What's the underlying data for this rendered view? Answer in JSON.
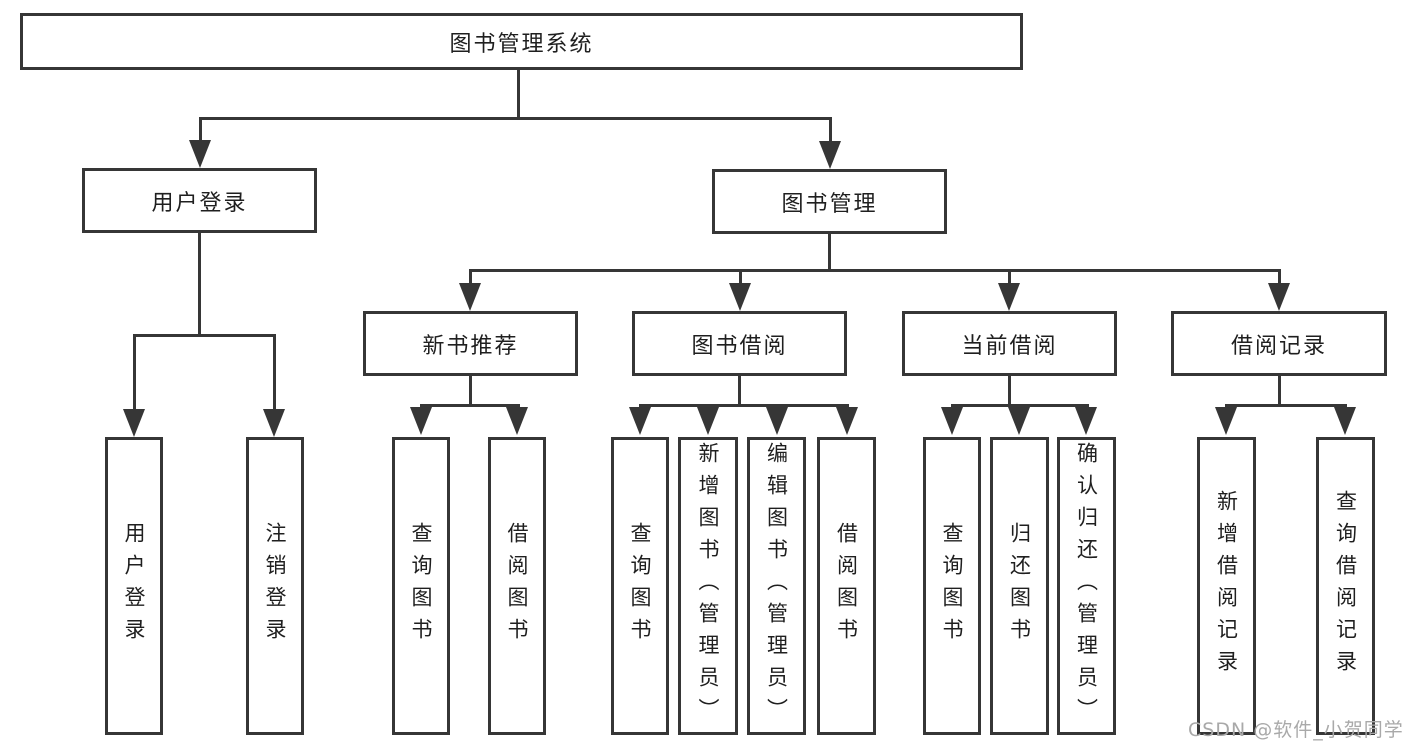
{
  "diagram": {
    "title": "图书管理系统",
    "root": {
      "label": "图书管理系统"
    },
    "level2": [
      {
        "id": "user-login",
        "label": "用户登录"
      },
      {
        "id": "book-management",
        "label": "图书管理"
      }
    ],
    "level3": [
      {
        "id": "new-book-recommend",
        "label": "新书推荐",
        "parent": "图书管理"
      },
      {
        "id": "book-borrowing",
        "label": "图书借阅",
        "parent": "图书管理"
      },
      {
        "id": "current-borrowing",
        "label": "当前借阅",
        "parent": "图书管理"
      },
      {
        "id": "borrowing-records",
        "label": "借阅记录",
        "parent": "图书管理"
      }
    ],
    "leaves": [
      {
        "id": "leaf-user-login",
        "label": "用户登录",
        "parent": "用户登录"
      },
      {
        "id": "leaf-logout",
        "label": "注销登录",
        "parent": "用户登录"
      },
      {
        "id": "leaf-query-books-recommend",
        "label": "查询图书",
        "parent": "新书推荐"
      },
      {
        "id": "leaf-borrow-books-recommend",
        "label": "借阅图书",
        "parent": "新书推荐"
      },
      {
        "id": "leaf-query-books-borrowing",
        "label": "查询图书",
        "parent": "图书借阅"
      },
      {
        "id": "leaf-add-books-admin",
        "label": "新增图书（管理员）",
        "parent": "图书借阅"
      },
      {
        "id": "leaf-edit-books-admin",
        "label": "编辑图书（管理员）",
        "parent": "图书借阅"
      },
      {
        "id": "leaf-borrow-books-borrowing",
        "label": "借阅图书",
        "parent": "图书借阅"
      },
      {
        "id": "leaf-query-books-current",
        "label": "查询图书",
        "parent": "当前借阅"
      },
      {
        "id": "leaf-return-books",
        "label": "归还图书",
        "parent": "当前借阅"
      },
      {
        "id": "leaf-confirm-return-admin",
        "label": "确认归还（管理员）",
        "parent": "当前借阅"
      },
      {
        "id": "leaf-add-borrow-record",
        "label": "新增借阅记录",
        "parent": "借阅记录"
      },
      {
        "id": "leaf-query-borrow-record",
        "label": "查询借阅记录",
        "parent": "借阅记录"
      }
    ],
    "watermark": "CSDN @软件_小贺同学",
    "colors": {
      "line": "#363636",
      "text": "#1f1f1f",
      "watermark": "#a9a9a9",
      "background": "#ffffff"
    }
  }
}
